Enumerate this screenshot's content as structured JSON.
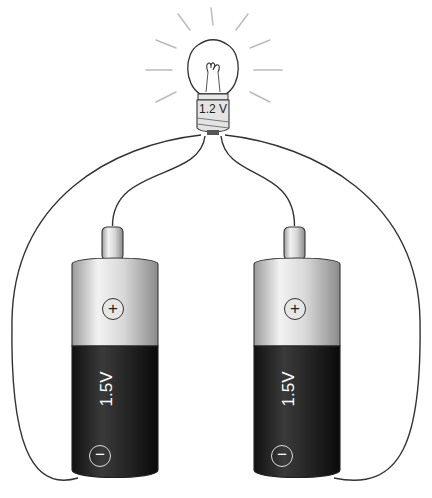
{
  "diagram": {
    "nodes": [
      {
        "text": [
          "1.2 V"
        ]
      },
      {
        "text": [
          "+",
          "1.5V",
          "−"
        ]
      },
      {
        "text": [
          "+",
          "1.5V",
          "−"
        ]
      }
    ],
    "edges": [
      {
        "from": 0,
        "to": 1,
        "arrow": "none"
      },
      {
        "from": 0,
        "to": 1,
        "arrow": "none"
      },
      {
        "from": 0,
        "to": 2,
        "arrow": "none"
      },
      {
        "from": 0,
        "to": 2,
        "arrow": "none"
      }
    ]
  }
}
